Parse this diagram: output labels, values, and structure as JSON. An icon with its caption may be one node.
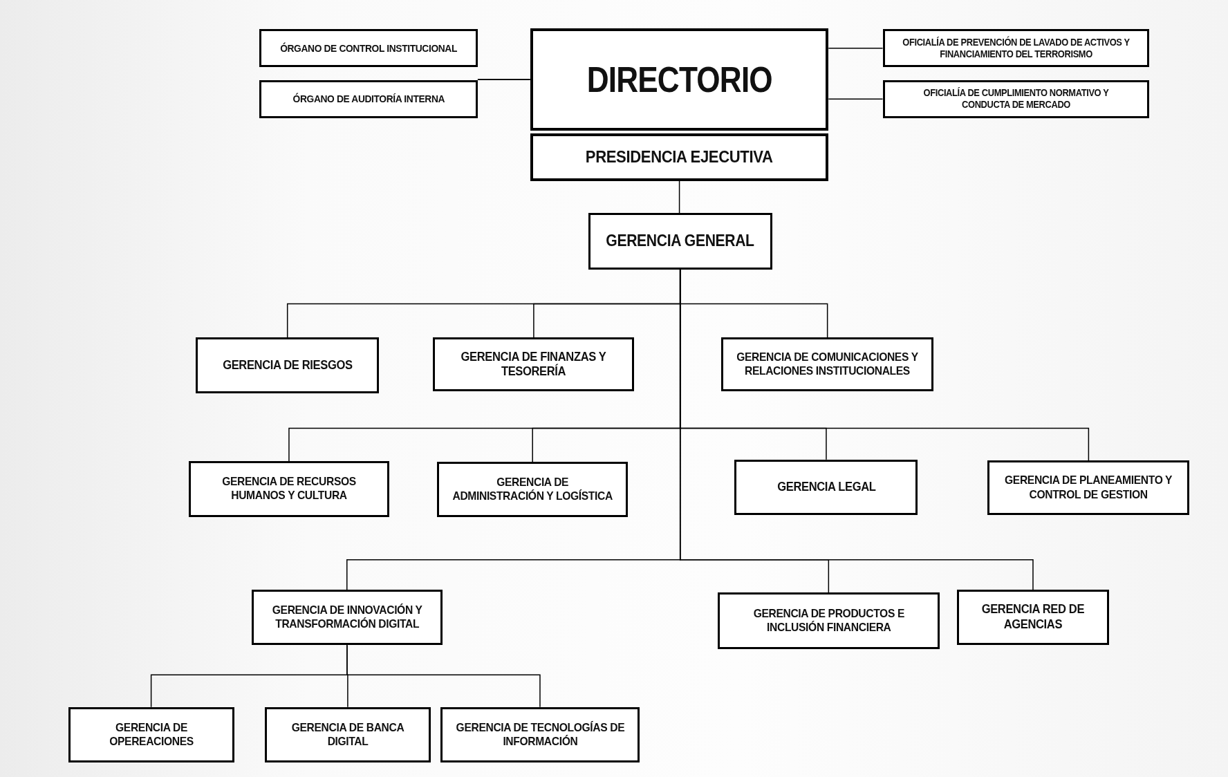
{
  "diagram": {
    "nodes": [
      {
        "text": [
          "ÓRGANO DE CONTROL INSTITUCIONAL"
        ]
      },
      {
        "text": [
          "ÓRGANO DE AUDITORÍA INTERNA"
        ]
      },
      {
        "text": [
          "DIRECTORIO"
        ]
      },
      {
        "text": [
          "PRESIDENCIA EJECUTIVA"
        ]
      },
      {
        "text": [
          "OFICIALÍA DE PREVENCIÓN DE LAVADO DE ACTIVOS Y FINANCIAMIENTO DEL TERRORISMO"
        ]
      },
      {
        "text": [
          "OFICIALÍA DE CUMPLIMIENTO NORMATIVO Y CONDUCTA DE MERCADO"
        ]
      },
      {
        "text": [
          "GERENCIA GENERAL"
        ]
      },
      {
        "text": [
          "GERENCIA DE RIESGOS"
        ]
      },
      {
        "text": [
          "GERENCIA DE FINANZAS Y TESORERÍA"
        ]
      },
      {
        "text": [
          "GERENCIA DE COMUNICACIONES Y RELACIONES INSTITUCIONALES"
        ]
      },
      {
        "text": [
          "GERENCIA DE RECURSOS HUMANOS Y CULTURA"
        ]
      },
      {
        "text": [
          "GERENCIA DE ADMINISTRACIÓN Y LOGÍSTICA"
        ]
      },
      {
        "text": [
          "GERENCIA LEGAL"
        ]
      },
      {
        "text": [
          "GERENCIA DE PLANEAMIENTO Y CONTROL DE GESTION"
        ]
      },
      {
        "text": [
          "GERENCIA DE INNOVACIÓN Y TRANSFORMACIÓN DIGITAL"
        ]
      },
      {
        "text": [
          "GERENCIA DE PRODUCTOS E INCLUSIÓN FINANCIERA"
        ]
      },
      {
        "text": [
          "GERENCIA RED DE AGENCIAS"
        ]
      },
      {
        "text": [
          "GERENCIA DE OPEREACIONES"
        ]
      },
      {
        "text": [
          "GERENCIA DE BANCA DIGITAL"
        ]
      },
      {
        "text": [
          "GERENCIA DE TECNOLOGÍAS DE INFORMACIÓN"
        ]
      }
    ],
    "edges": [
      {
        "from": 0,
        "to": 2,
        "arrow": "none"
      },
      {
        "from": 1,
        "to": 2,
        "arrow": "none"
      },
      {
        "from": 2,
        "to": 4,
        "arrow": "none"
      },
      {
        "from": 2,
        "to": 5,
        "arrow": "none"
      },
      {
        "from": 3,
        "to": 6,
        "arrow": "none"
      },
      {
        "from": 6,
        "to": 7,
        "arrow": "none"
      },
      {
        "from": 6,
        "to": 8,
        "arrow": "none"
      },
      {
        "from": 6,
        "to": 9,
        "arrow": "none"
      },
      {
        "from": 6,
        "to": 10,
        "arrow": "none"
      },
      {
        "from": 6,
        "to": 11,
        "arrow": "none"
      },
      {
        "from": 6,
        "to": 12,
        "arrow": "none"
      },
      {
        "from": 6,
        "to": 13,
        "arrow": "none"
      },
      {
        "from": 6,
        "to": 14,
        "arrow": "none"
      },
      {
        "from": 6,
        "to": 15,
        "arrow": "none"
      },
      {
        "from": 6,
        "to": 16,
        "arrow": "none"
      },
      {
        "from": 14,
        "to": 17,
        "arrow": "none"
      },
      {
        "from": 14,
        "to": 18,
        "arrow": "none"
      },
      {
        "from": 14,
        "to": 19,
        "arrow": "none"
      }
    ]
  }
}
